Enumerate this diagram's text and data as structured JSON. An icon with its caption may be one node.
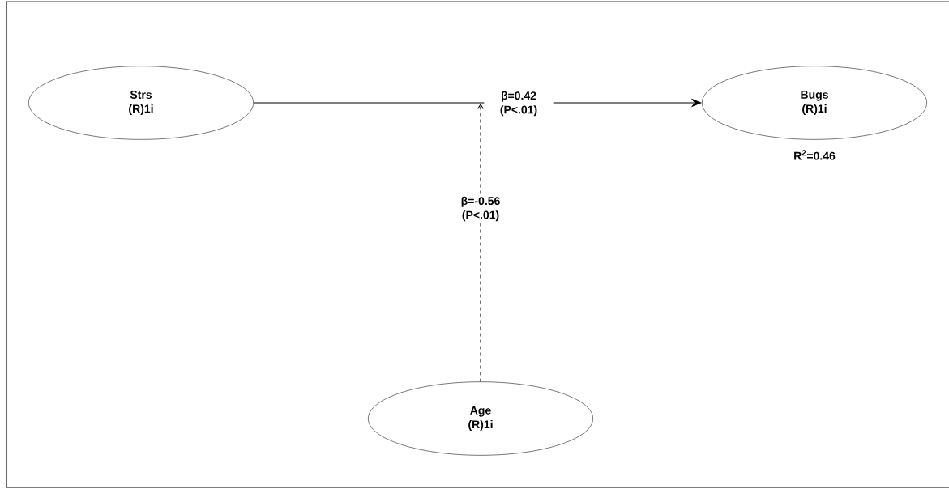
{
  "diagram": {
    "nodes": [
      {
        "text": [
          "Strs",
          "(R)1i"
        ]
      },
      {
        "text": [
          "Bugs",
          "(R)1i"
        ],
        "beside": [
          "R$^{2}$=0.46"
        ]
      },
      {
        "text": [
          "Age",
          "(R)1i"
        ]
      }
    ],
    "edges": [
      {
        "from": 0,
        "to": 1,
        "arrow": "to",
        "label": "β=0.42 (P<.01)"
      },
      {
        "from": 2,
        "to": null,
        "arrow": "to",
        "style": "dashed",
        "label": "β=-0.56 (P<.01)"
      }
    ]
  }
}
